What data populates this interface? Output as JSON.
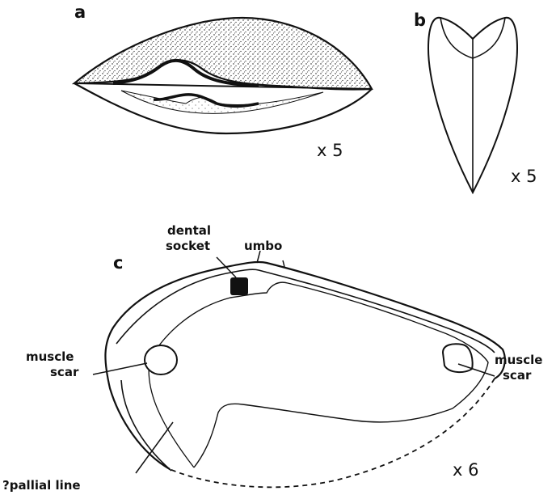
{
  "figure": {
    "panel_a": {
      "label": "a",
      "scale": "x 5"
    },
    "panel_b": {
      "label": "b",
      "scale": "x 5"
    },
    "panel_c": {
      "label": "c",
      "scale": "x 6",
      "annotations": {
        "dental_socket_line1": "dental",
        "dental_socket_line2": "socket",
        "umbo": "umbo",
        "muscle_scar_left_line1": "muscle",
        "muscle_scar_left_line2": "scar",
        "muscle_scar_right_line1": "muscle",
        "muscle_scar_right_line2": "scar",
        "pallial_line": "?pallial line"
      }
    },
    "colors": {
      "ink": "#111111",
      "paper": "#ffffff"
    }
  }
}
